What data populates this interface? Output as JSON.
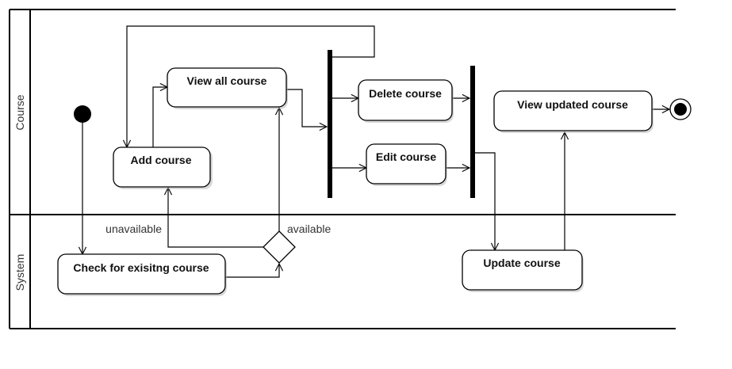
{
  "lanes": {
    "course": "Course",
    "system": "System"
  },
  "nodes": {
    "view_all_course": "View all course",
    "add_course": "Add course",
    "delete_course": "Delete course",
    "edit_course": "Edit course",
    "view_updated_course": "View updated course",
    "check_existing_course": "Check for exisitng course",
    "update_course": "Update course"
  },
  "guards": {
    "unavailable": "unavailable",
    "available": "available"
  }
}
